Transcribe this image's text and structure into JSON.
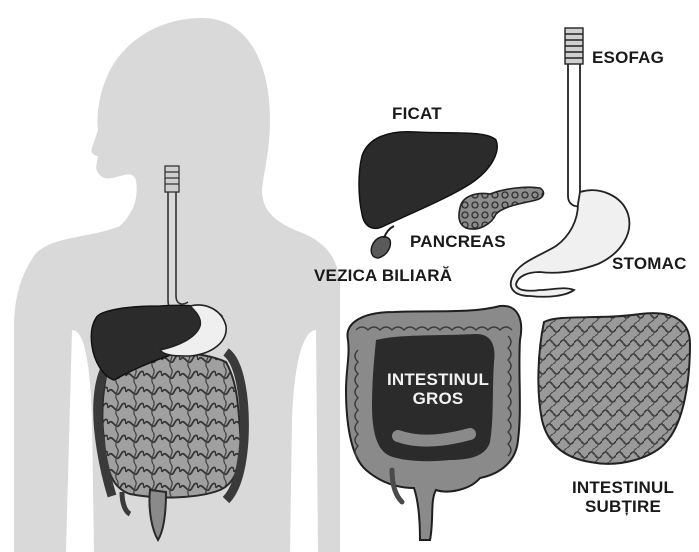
{
  "labels": {
    "esofag": "ESOFAG",
    "ficat": "FICAT",
    "pancreas": "PANCREAS",
    "vezica": "VEZICA BILIARĂ",
    "stomac": "STOMAC",
    "intestin_gros_l1": "INTESTINUL",
    "intestin_gros_l2": "GROS",
    "intestin_subtire_l1": "INTESTINUL",
    "intestin_subtire_l2": "SUBȚIRE"
  },
  "colors": {
    "body": "#d9d9d9",
    "liver": "#2b2b2b",
    "organ_light": "#eeeeee",
    "intestine": "#8a8a8a",
    "outline": "#1f1f1f"
  }
}
